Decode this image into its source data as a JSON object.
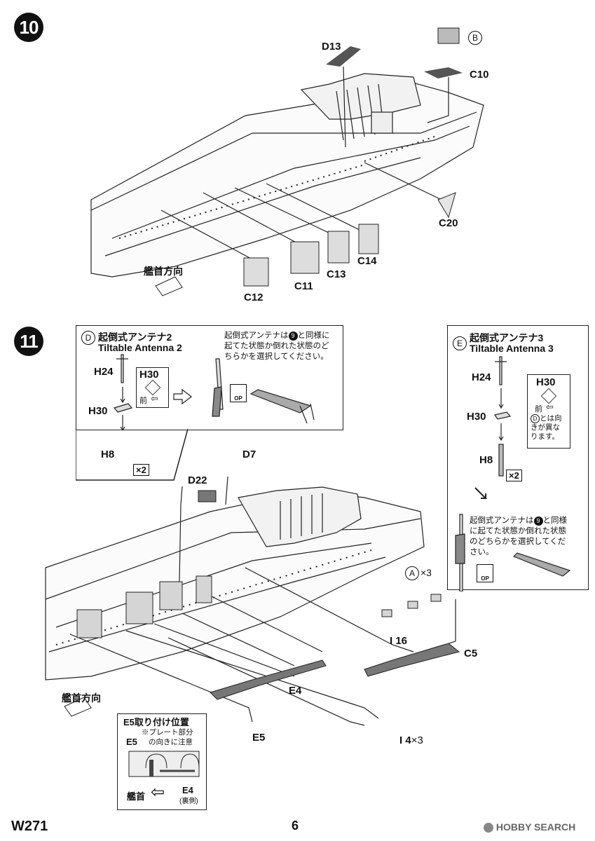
{
  "steps": [
    {
      "number": "10",
      "labels": {
        "d13": "D13",
        "b": "B",
        "c10": "C10",
        "c20": "C20",
        "c11": "C11",
        "c12": "C12",
        "c13": "C13",
        "c14": "C14",
        "bow_direction": "艦首方向"
      }
    },
    {
      "number": "11",
      "box_d": {
        "marker": "D",
        "title_jp": "起倒式アンテナ2",
        "title_en": "Tiltable Antenna 2",
        "parts": {
          "h24": "H24",
          "h30": "H30",
          "h8": "H8",
          "h30_inset": "H30",
          "front": "前"
        },
        "qty": "×2",
        "op": "OP",
        "note": [
          "起倒式アンテナは",
          "と同様に",
          "起てた状態か倒れた状態のど",
          "ちらかを選択してください。"
        ],
        "ref_step": "9"
      },
      "box_e": {
        "marker": "E",
        "title_jp": "起倒式アンテナ3",
        "title_en": "Tiltable Antenna 3",
        "parts": {
          "h24": "H24",
          "h30": "H30",
          "h8": "H8",
          "h30_inset": "H30",
          "front": "前"
        },
        "qty": "×2",
        "op": "OP",
        "direction_note": [
          "とは向",
          "きが異な",
          "ります。"
        ],
        "direction_marker": "D",
        "note": [
          "起倒式アンテナは",
          "と同様",
          "に起てた状態か倒れた状態",
          "のどちらかを選択してくだ",
          "さい。"
        ],
        "ref_step": "9"
      },
      "labels": {
        "d7": "D7",
        "d22": "D22",
        "a_marker": "A",
        "a_qty": "×3",
        "i16": "I 16",
        "c5": "C5",
        "e4": "E4",
        "e5": "E5",
        "i4": "I 4",
        "i4_qty": "×3",
        "bow_direction": "艦首方向"
      },
      "e5_box": {
        "title": "E5取り付け位置",
        "note1": "※プレート部分",
        "note2": "の向きに注意",
        "e5": "E5",
        "e4": "E4",
        "e4_sub": "(裏側)",
        "bow": "艦首"
      }
    }
  ],
  "footer": {
    "code": "W271",
    "page": "6",
    "watermark": "HOBBY SEARCH"
  }
}
